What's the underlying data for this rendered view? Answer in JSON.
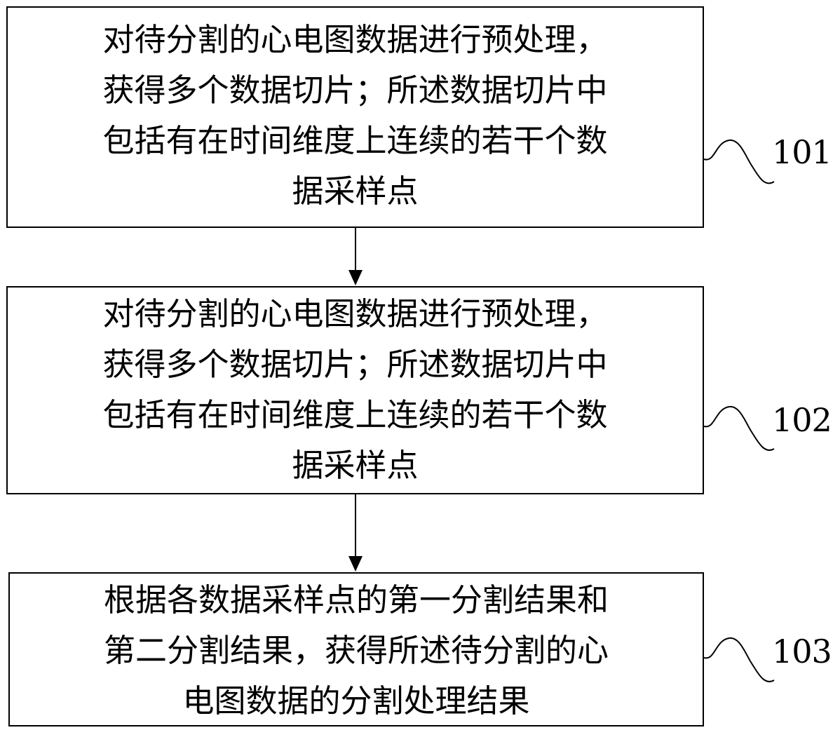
{
  "steps": [
    {
      "number": "101",
      "lines": [
        "对待分割的心电图数据进行预处理，",
        "获得多个数据切片；所述数据切片中",
        "包括有在时间维度上连续的若干个数",
        "据采样点"
      ]
    },
    {
      "number": "102",
      "lines": [
        "对待分割的心电图数据进行预处理，",
        "获得多个数据切片；所述数据切片中",
        "包括有在时间维度上连续的若干个数",
        "据采样点"
      ]
    },
    {
      "number": "103",
      "lines": [
        "根据各数据采样点的第一分割结果和",
        "第二分割结果，获得所述待分割的心",
        "电图数据的分割处理结果"
      ]
    }
  ]
}
